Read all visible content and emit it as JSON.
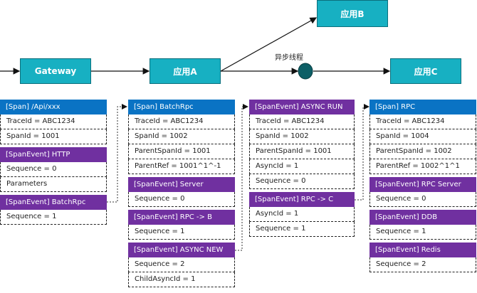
{
  "flow": {
    "gateway": "Gateway",
    "app_a": "应用A",
    "app_b": "应用B",
    "app_c": "应用C",
    "async_thread": "异步线程"
  },
  "colors": {
    "app": "#17b0c2",
    "span": "#0a73c4",
    "span_event": "#7030a0",
    "thread_node": "#0d5f66"
  },
  "columns": [
    {
      "groups": [
        {
          "header": "[Span]   /Api/xxx",
          "kind": "span",
          "rows": [
            "TraceId = ABC1234",
            "SpanId = 1001"
          ]
        },
        {
          "header": "[SpanEvent]  HTTP",
          "kind": "evt",
          "rows": [
            "Sequence = 0",
            "Parameters"
          ]
        },
        {
          "header": "[SpanEvent]  BatchRpc",
          "kind": "evt",
          "rows": [
            "Sequence = 1"
          ]
        }
      ]
    },
    {
      "groups": [
        {
          "header": "[Span]  BatchRpc",
          "kind": "span",
          "rows": [
            "TraceId = ABC1234",
            "SpanId = 1002",
            "ParentSpanId = 1001",
            "ParentRef = 1001^1^-1"
          ]
        },
        {
          "header": "[SpanEvent]  Server",
          "kind": "evt",
          "rows": [
            "Sequence = 0"
          ]
        },
        {
          "header": "[SpanEvent]  RPC -> B",
          "kind": "evt",
          "rows": [
            "Sequence = 1"
          ]
        },
        {
          "header": "[SpanEvent]  ASYNC NEW",
          "kind": "evt",
          "rows": [
            "Sequence = 2",
            "ChildAsyncId = 1"
          ]
        }
      ]
    },
    {
      "groups": [
        {
          "header": "[SpanEvent]  ASYNC RUN",
          "kind": "evt",
          "rows": [
            "TraceId = ABC1234",
            "SpanId = 1002",
            "ParentSpanId = 1001",
            "AsyncId = 1",
            "Sequence = 0"
          ]
        },
        {
          "header": "[SpanEvent]  RPC -> C",
          "kind": "evt",
          "rows": [
            "AsyncId = 1",
            "Sequence = 1"
          ]
        }
      ]
    },
    {
      "groups": [
        {
          "header": "[Span] RPC",
          "kind": "span",
          "rows": [
            "TraceId = ABC1234",
            "SpanId = 1004",
            "ParentSpanId = 1002",
            "ParentRef = 1002^1^1"
          ]
        },
        {
          "header": "[SpanEvent]  RPC Server",
          "kind": "evt",
          "rows": [
            "Sequence = 0"
          ]
        },
        {
          "header": "[SpanEvent]  DDB",
          "kind": "evt",
          "rows": [
            "Sequence = 1"
          ]
        },
        {
          "header": "[SpanEvent]  Redis",
          "kind": "evt",
          "rows": [
            "Sequence = 2"
          ]
        }
      ]
    }
  ]
}
